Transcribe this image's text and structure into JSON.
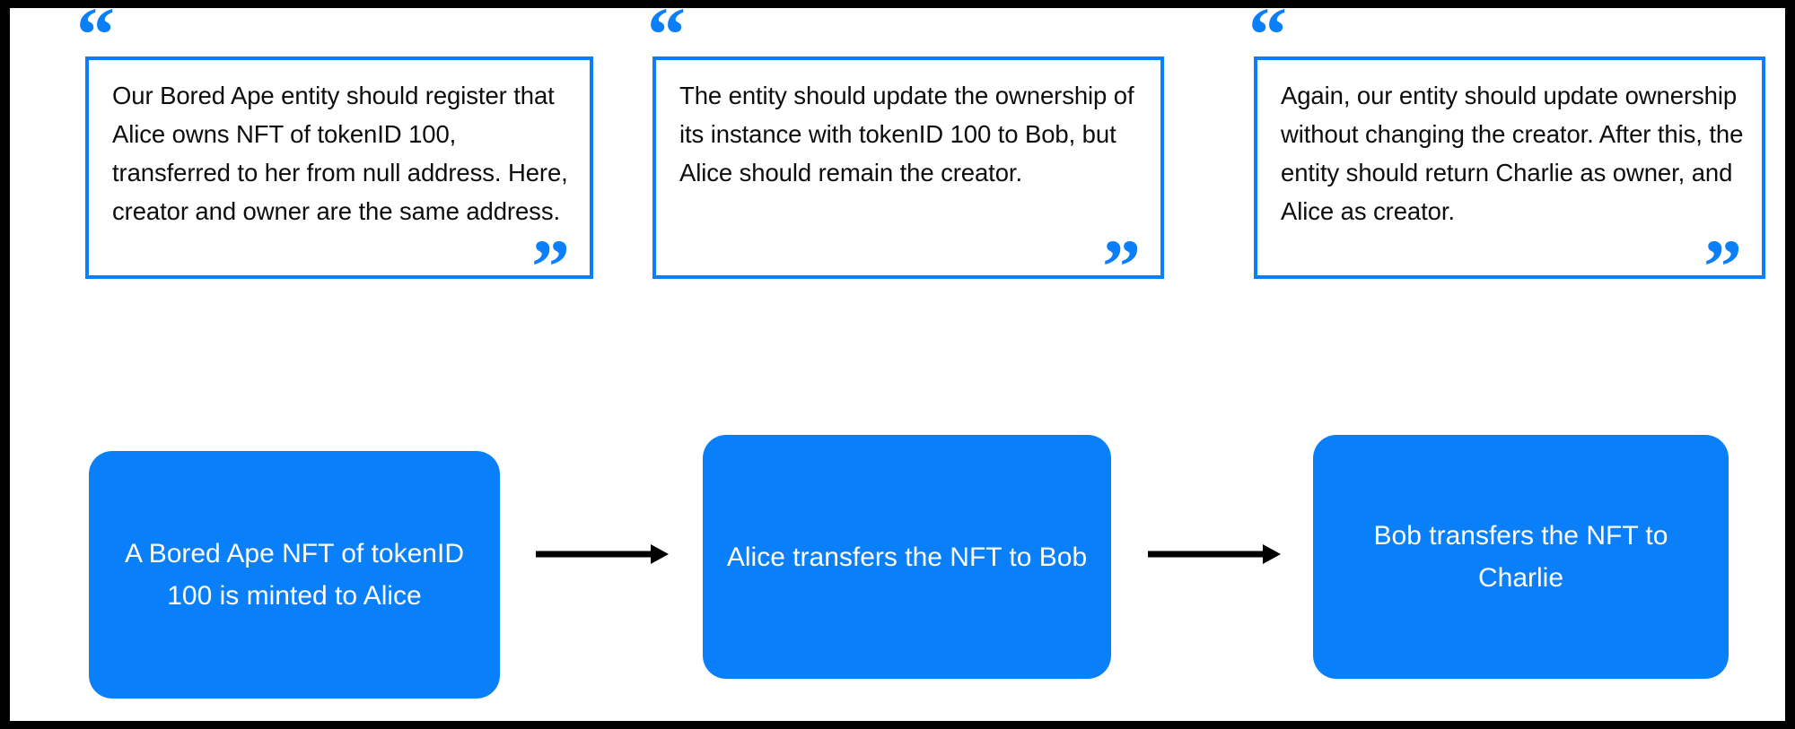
{
  "frame": {
    "background": "#ffffff",
    "border_color": "#000000",
    "accent_blue": "#0a7ffa",
    "quote_border_color": "#0b7ffa",
    "text_color": "#0d0d0d"
  },
  "quotes": [
    {
      "open_mark": "“",
      "close_mark": "”",
      "text": "Our Bored Ape entity should register that Alice owns NFT of tokenID 100, transferred to her from null address. Here, creator and owner are the same address."
    },
    {
      "open_mark": "“",
      "close_mark": "”",
      "text": "The entity should update the ownership of its instance with tokenID 100 to Bob, but Alice should remain the creator."
    },
    {
      "open_mark": "“",
      "close_mark": "”",
      "text": "Again, our entity should update ownership without changing the creator. After this, the entity should return Charlie as owner, and Alice as creator."
    }
  ],
  "flow": {
    "steps": [
      {
        "label": "A Bored Ape NFT of tokenID 100 is minted to Alice"
      },
      {
        "label": "Alice transfers the NFT to Bob"
      },
      {
        "label": "Bob transfers the NFT to Charlie"
      }
    ],
    "connector_icon": "arrow-right-icon",
    "connector_color": "#000000"
  }
}
